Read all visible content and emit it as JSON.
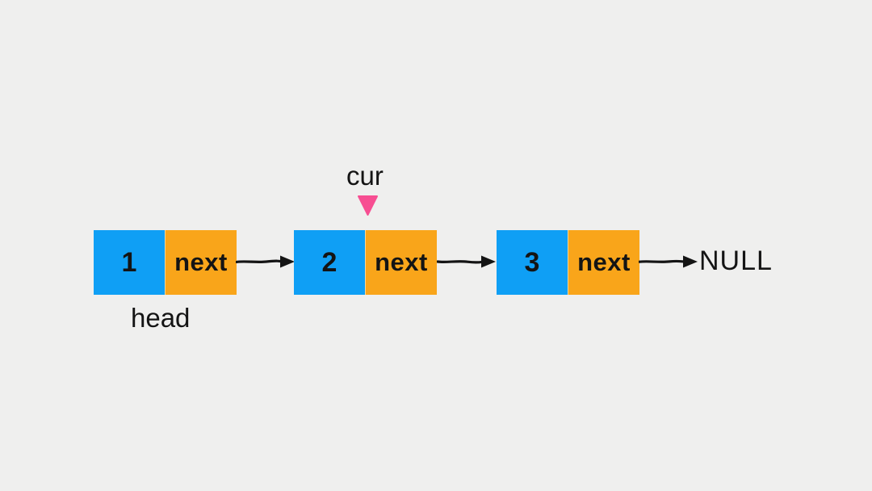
{
  "diagram": {
    "title_hint": "singly linked list traversal",
    "nodes": [
      {
        "value": "1",
        "pointer_label": "next"
      },
      {
        "value": "2",
        "pointer_label": "next"
      },
      {
        "value": "3",
        "pointer_label": "next"
      }
    ],
    "terminator": "NULL",
    "head_label": "head",
    "cursor_label": "cur",
    "colors": {
      "background": "#efefee",
      "value_cell": "#0f9ff5",
      "pointer_cell": "#f9a51a",
      "cursor_marker": "#f74e92",
      "arrow": "#141414",
      "text": "#141414"
    }
  }
}
